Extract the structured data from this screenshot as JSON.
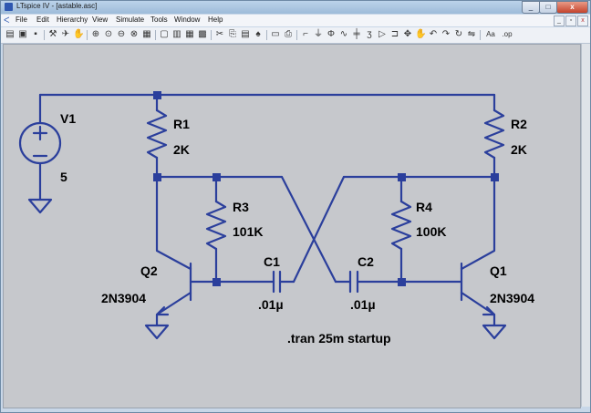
{
  "window": {
    "title": "LTspice IV - [astable.asc]"
  },
  "window_controls": {
    "minimize": "_",
    "maximize": "□",
    "close": "x"
  },
  "mdi_controls": {
    "minimize": "_",
    "restore": "▫",
    "close": "x"
  },
  "menu": {
    "items": [
      "File",
      "Edit",
      "Hierarchy",
      "View",
      "Simulate",
      "Tools",
      "Window",
      "Help"
    ]
  },
  "toolbar": {
    "buttons": [
      {
        "name": "new-schematic-icon",
        "glyph": "▤"
      },
      {
        "name": "open-icon",
        "glyph": "▣"
      },
      {
        "name": "save-icon",
        "glyph": "▪"
      },
      {
        "name": "control-panel-icon",
        "glyph": "⚒"
      },
      {
        "name": "run-icon",
        "glyph": "✈"
      },
      {
        "name": "halt-icon",
        "glyph": "✋"
      },
      {
        "name": "zoom-in-icon",
        "glyph": "⊕"
      },
      {
        "name": "pan-icon",
        "glyph": "⊙"
      },
      {
        "name": "zoom-out-icon",
        "glyph": "⊖"
      },
      {
        "name": "zoom-fit-icon",
        "glyph": "⊗"
      },
      {
        "name": "autoscale-icon",
        "glyph": "▦"
      },
      {
        "name": "delete-trace-icon",
        "glyph": "▢"
      },
      {
        "name": "tile-horizontal-icon",
        "glyph": "▥"
      },
      {
        "name": "tile-vertical-icon",
        "glyph": "▦"
      },
      {
        "name": "cascade-icon",
        "glyph": "▩"
      },
      {
        "name": "cut-icon",
        "glyph": "✂"
      },
      {
        "name": "copy-icon",
        "glyph": "⎘"
      },
      {
        "name": "paste-icon",
        "glyph": "▤"
      },
      {
        "name": "find-icon",
        "glyph": "♠"
      },
      {
        "name": "print-setup-icon",
        "glyph": "▭"
      },
      {
        "name": "print-icon",
        "glyph": "⎙"
      },
      {
        "name": "wire-icon",
        "glyph": "⌐"
      },
      {
        "name": "ground-icon",
        "glyph": "⏚"
      },
      {
        "name": "label-icon",
        "glyph": "Φ"
      },
      {
        "name": "resistor-icon",
        "glyph": "∿"
      },
      {
        "name": "capacitor-icon",
        "glyph": "╪"
      },
      {
        "name": "inductor-icon",
        "glyph": "ʒ"
      },
      {
        "name": "diode-icon",
        "glyph": "▷"
      },
      {
        "name": "component-icon",
        "glyph": "⊐"
      },
      {
        "name": "move-icon",
        "glyph": "✥"
      },
      {
        "name": "drag-icon",
        "glyph": "✋"
      },
      {
        "name": "undo-icon",
        "glyph": "↶"
      },
      {
        "name": "redo-icon",
        "glyph": "↷"
      },
      {
        "name": "rotate-icon",
        "glyph": "↻"
      },
      {
        "name": "mirror-icon",
        "glyph": "⇋"
      },
      {
        "name": "text-icon",
        "glyph": "Aa"
      },
      {
        "name": "spice-directive-icon",
        "glyph": ".op"
      }
    ]
  },
  "schematic": {
    "v1": {
      "name": "V1",
      "value": "5"
    },
    "r1": {
      "name": "R1",
      "value": "2K"
    },
    "r2": {
      "name": "R2",
      "value": "2K"
    },
    "r3": {
      "name": "R3",
      "value": "101K"
    },
    "r4": {
      "name": "R4",
      "value": "100K"
    },
    "c1": {
      "name": "C1",
      "value": ".01µ"
    },
    "c2": {
      "name": "C2",
      "value": ".01µ"
    },
    "q1": {
      "name": "Q1",
      "model": "2N3904"
    },
    "q2": {
      "name": "Q2",
      "model": "2N3904"
    },
    "directive": ".tran 25m startup",
    "colors": {
      "wire": "#2b3f9c",
      "component": "#2b3f9c",
      "junction": "#2b3f9c",
      "background": "#c6c8cc"
    }
  }
}
